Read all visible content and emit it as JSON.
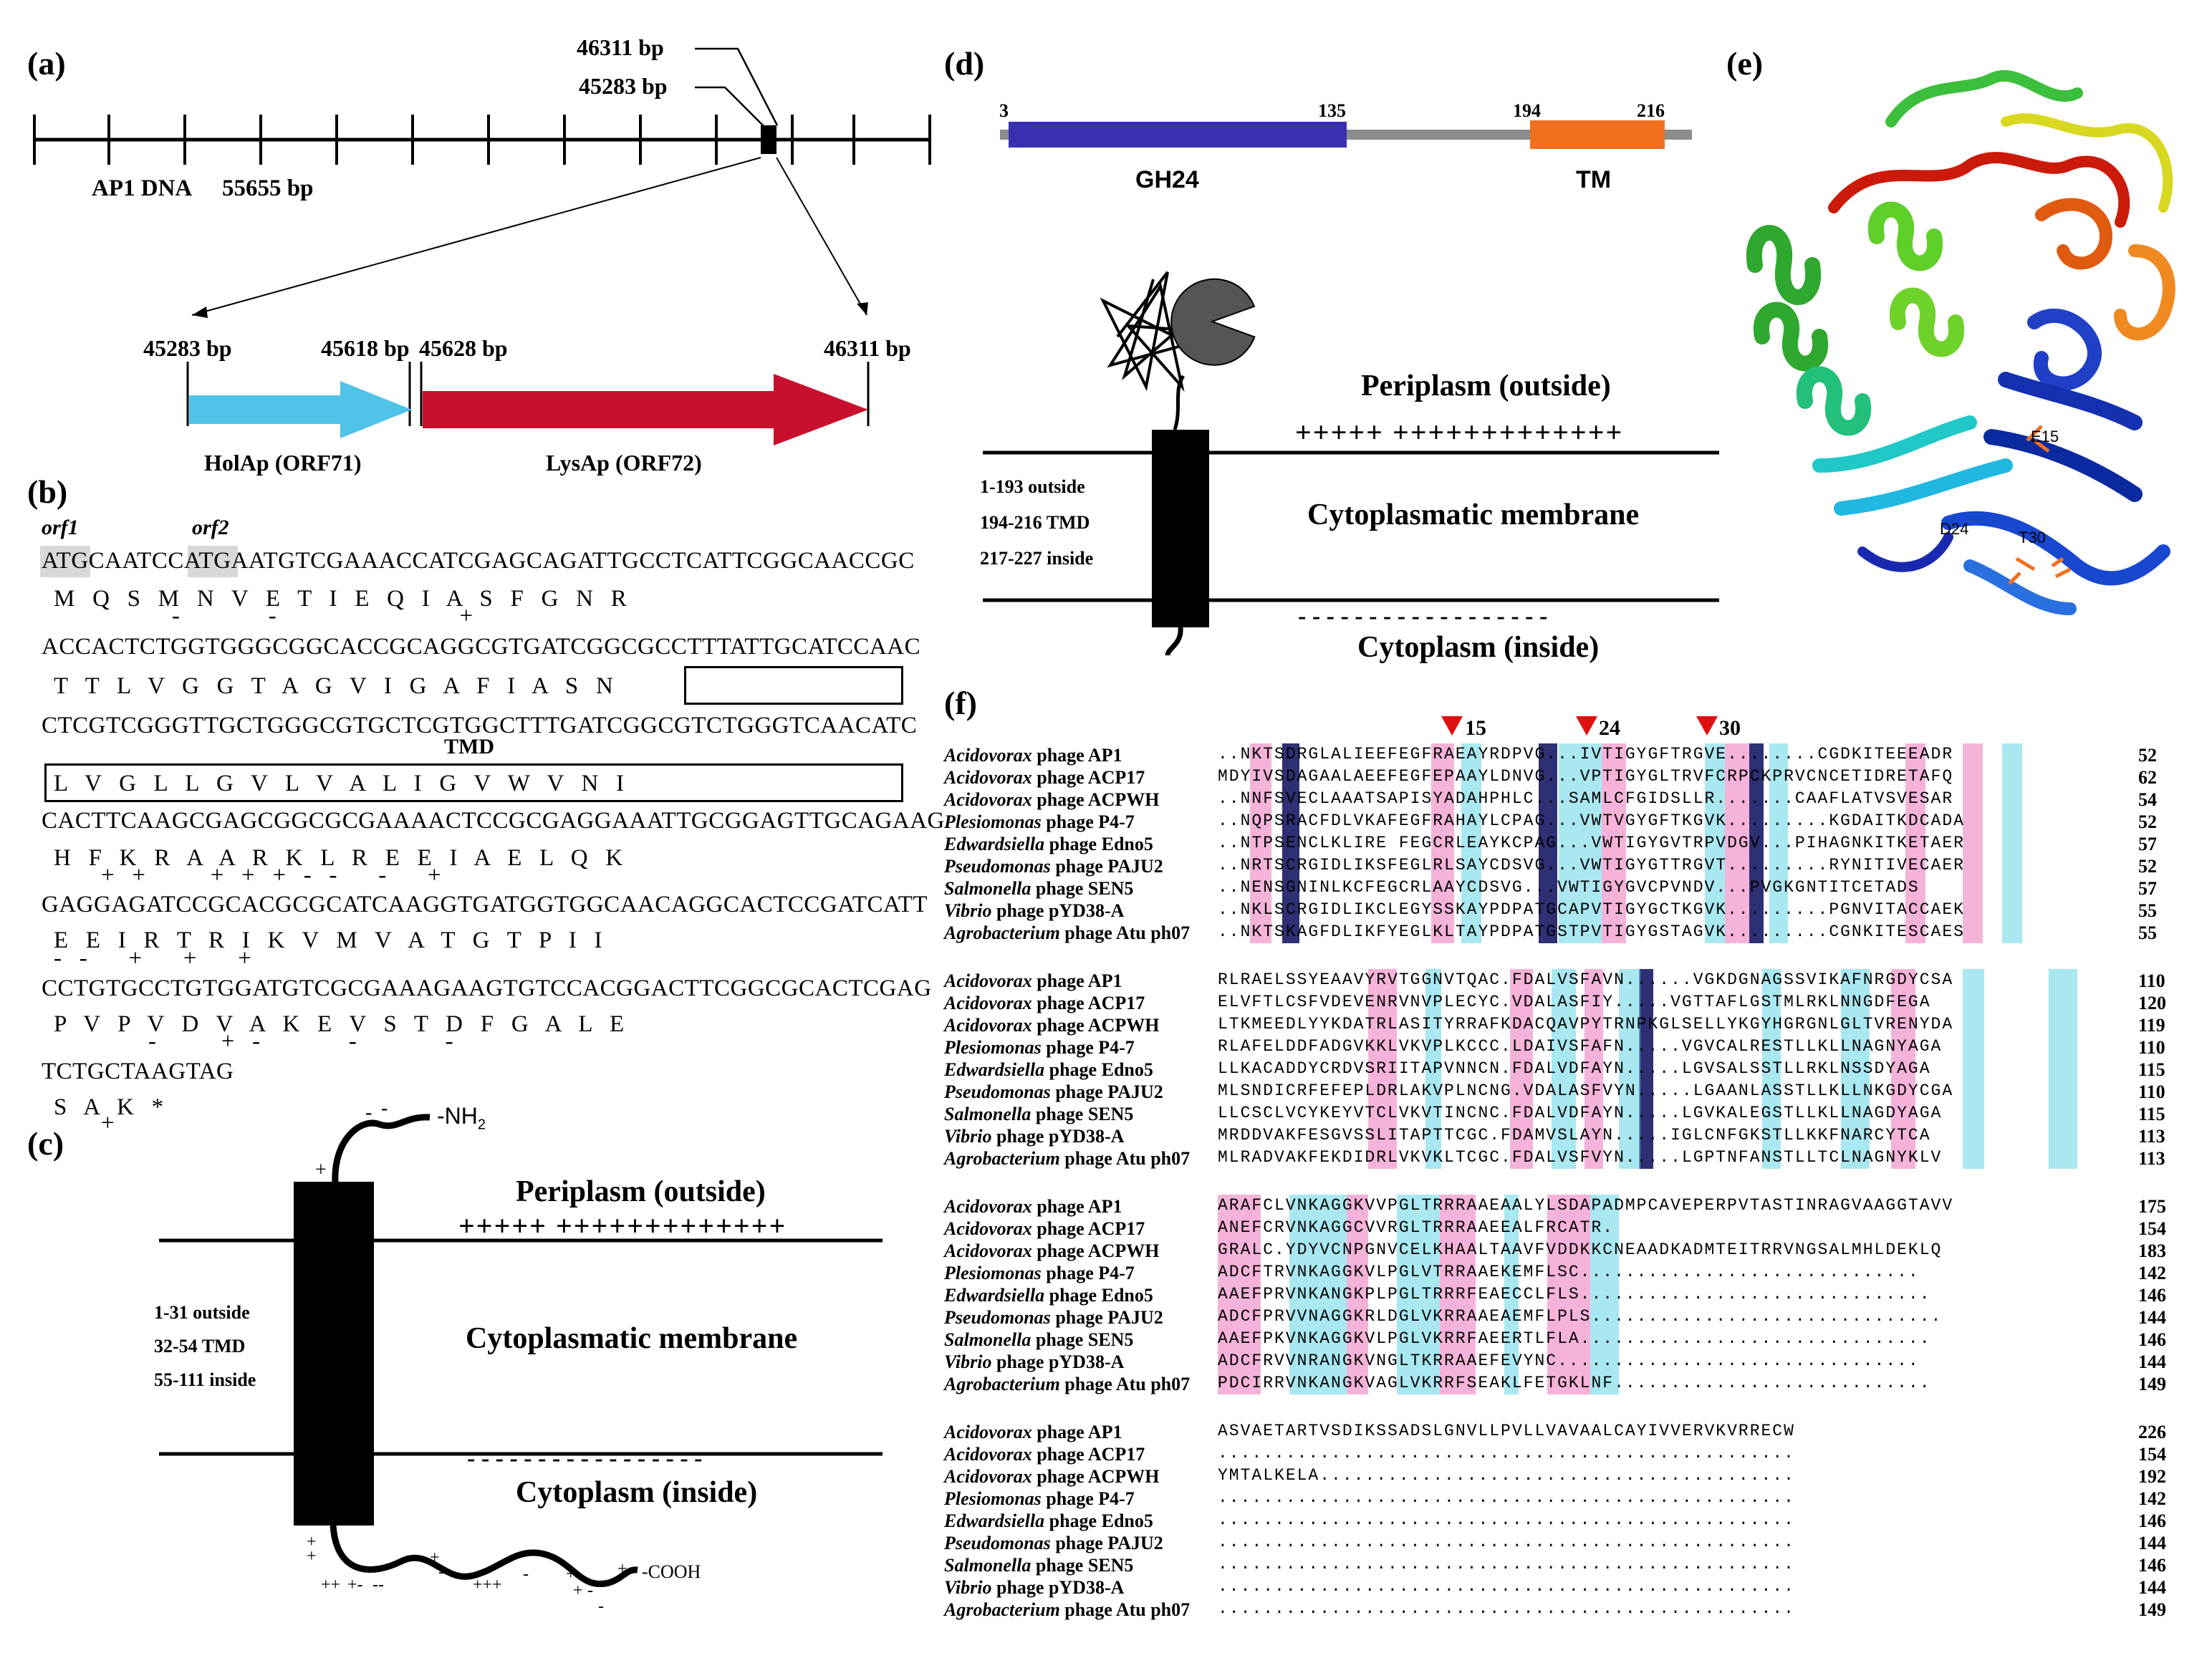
{
  "panel_a": {
    "label": "(a)",
    "genome_label": "AP1 DNA",
    "genome_length": "55655 bp",
    "marker_top": "46311 bp",
    "marker_bottom": "45283 bp",
    "coords": [
      "45283 bp",
      "45618 bp",
      "45628 bp",
      "46311 bp"
    ],
    "gene1": "HolAp (ORF71)",
    "gene2": "LysAp (ORF72)",
    "colors": {
      "holap": "#4fc3e8",
      "lysap": "#c8102e"
    }
  },
  "panel_b": {
    "label": "(b)",
    "orf1": "orf1",
    "orf2": "orf2",
    "tmd_label": "TMD",
    "lines": [
      {
        "dna": "ATGCAATCCATGAATGTCGAAACCATCGAGCAGATTGCCTCATTCGGCAACCGC",
        "aa": "M   Q   S   M   N   V   E   T   I   E   Q   I   A   S   F   G   N   R",
        "charge": "                    -               -                               +"
      },
      {
        "dna": "ACCACTCTGGTGGGCGGCACCGCAGGCGTGATCGGCGCCTTTATTGCATCCAAC",
        "aa": "T   T   L   V   G   G   T   A   G   V   I   G   A   F   I   A   S   N",
        "charge": ""
      },
      {
        "dna": "CTCGTCGGGTTGCTGGGCGTGCTCGTGGCTTTGATCGGCGTCTGGGTCAACATC",
        "aa": "L   V   G   L   L   G   V   L   V   A   L   I   G   V   W   V   N   I",
        "charge": ""
      },
      {
        "dna": "CACTTCAAGCGAGCGGCGCGAAAACTCCGCGAGGAAATTGCGGAGTTGCAGAAG",
        "aa": "H   F   K   R   A   A   R   K   L   R   E   E   I   A   E   L   Q   K",
        "charge": "        +   +           +   +   +   -   -       -       +"
      },
      {
        "dna": "GAGGAGATCCGCACGCGCATCAAGGTGATGGTGGCAACAGGCACTCCGATCATT",
        "aa": "E   E   I   R   T   R   I   K   V   M   V   A   T   G   T   P   I   I",
        "charge": "-   -       +       +       +"
      },
      {
        "dna": "CCTGTGCCTGTGGATGTCGCGAAAGAAGTGTCCACGGACTTCGGCGCACTCGAG",
        "aa": "P   V   P   V   D   V   A   K   E   V   S   T   D   F   G   A   L   E",
        "charge": "                -           +   -               -               -"
      },
      {
        "dna": "TCTGCTAAGTAG",
        "aa": "S   A   K   *",
        "charge": "        +"
      }
    ]
  },
  "panel_c": {
    "label": "(c)",
    "periplasm": "Periplasm (outside)",
    "membrane": "Cytoplasmatic membrane",
    "cytoplasm": "Cytoplasm (inside)",
    "plus_row": "+++++ +++++++++++++",
    "minus_row": "- - - - - - - - - - - - - - - - -",
    "topology": [
      "1-31 outside",
      "32-54 TMD",
      "55-111 inside"
    ],
    "nh2": "-NH",
    "nh2_sub": "2",
    "cooh": "-COOH"
  },
  "panel_d": {
    "label": "(d)",
    "positions": [
      "3",
      "135",
      "194",
      "216"
    ],
    "domain1": "GH24",
    "domain2": "TM",
    "colors": {
      "gh24": "#3a2fb0",
      "tm": "#f07020",
      "line": "#8c8c8c"
    },
    "periplasm": "Periplasm (outside)",
    "membrane": "Cytoplasmatic membrane",
    "cytoplasm": "Cytoplasm (inside)",
    "plus_row": "+++++ +++++++++++++",
    "minus_row": "- - - - - - - - - - - - - - - - - -",
    "topology": [
      "1-193 outside",
      "194-216 TMD",
      "217-227 inside"
    ]
  },
  "panel_e": {
    "label": "(e)",
    "residues": [
      "E15",
      "D24",
      "T30"
    ]
  },
  "panel_f": {
    "label": "(f)",
    "markers": [
      "15",
      "24",
      "30"
    ],
    "blocks": [
      {
        "rows": [
          {
            "genus": "Acidovorax",
            "phage": " phage AP1",
            "seq": "..NKTSDRGLALIEEFEGFRAEAYRDPVG...IVTIGYGFTRGVE........CGDKITEEEADR",
            "num": "52"
          },
          {
            "genus": "Acidovorax",
            "phage": " phage ACP17",
            "seq": "MDYIVSDAGAALAEEFEGFEPAAYLDNVG...VPTIGYGLTRVFCRPCKPRVCNCETIDRETAFQ",
            "num": "62"
          },
          {
            "genus": "Acidovorax",
            "phage": " phage ACPWH",
            "seq": "..NNFSVECLAAATSAPISYADAHPHLC...SAMLCFGIDSLLR.......CAAFLATVSVESAR",
            "num": "54"
          },
          {
            "genus": "Plesiomonas",
            "phage": " phage P4-7",
            "seq": "..NQPSRACFDLVKAFEGFRAHAYLCPAG...VWTVGYGFTKGVK.........KGDAITKDCADA",
            "num": "52"
          },
          {
            "genus": "Edwardsiella",
            "phage": " phage Edno5",
            "seq": "..NTPSENCLKLIRE FEGCRLEAYKCPAG...VWTIGYGVTRPVDGV...PIHAGNKITKETAER",
            "num": "57"
          },
          {
            "genus": "Pseudomonas",
            "phage": " phage PAJU2",
            "seq": "..NRTSCRGIDLIKSFEGLRLSAYCDSVG...VWTIGYGTTRGVT.........RYNITIVECAER",
            "num": "52"
          },
          {
            "genus": "Salmonella",
            "phage": " phage SEN5",
            "seq": "..NENSGNINLKCFEGCRLAAYCDSVG...VWTIGYGVCPVNDV...PVGKGNTITCETADS",
            "num": "57"
          },
          {
            "genus": "Vibrio",
            "phage": " phage pYD38-A",
            "seq": "..NKLSCRGIDLIKCLEGYSSKAYPDPATGCAPVTIGYGCTKGVK.........PGNVITACCAEK",
            "num": "55"
          },
          {
            "genus": "Agrobacterium",
            "phage": " phage Atu ph07",
            "seq": "..NKTSKAGFDLIKFYEGLKLTAYPDPATGSTPVTIGYGSTAGVK.........CGNKITESCAES",
            "num": "55"
          }
        ]
      },
      {
        "rows": [
          {
            "genus": "Acidovorax",
            "phage": " phage AP1",
            "seq": "RLRAELSSYEAAVYRVTGGNVTQAC.FDALVSFAVN......VGKDGNAGSSVIKAFNRGDYCSA",
            "num": "110"
          },
          {
            "genus": "Acidovorax",
            "phage": " phage ACP17",
            "seq": "ELVFTLCSFVDEVENRVNVPLECYC.VDALASFIY.....VGTTAFLGSTMLRKLNNGDFEGA",
            "num": "120"
          },
          {
            "genus": "Acidovorax",
            "phage": " phage ACPWH",
            "seq": "LTKMEEDLYYKDATRLASITYRRAFKDACQAVPYTRNPKGLSELLYKGYHGRGNLGLTVRENYDA",
            "num": "119"
          },
          {
            "genus": "Plesiomonas",
            "phage": " phage P4-7",
            "seq": "RLAFELDDFADGVKKLVKVPLKCCC.LDAIVSFAFN.....VGVCALRESTLLKLLNAGNYAGA",
            "num": "110"
          },
          {
            "genus": "Edwardsiella",
            "phage": " phage Edno5",
            "seq": "LLKACADDYCRDVSRIITAPVNNCN.FDALVDFAYN.....LGVSALSSTLLRKLNSSDYAGA",
            "num": "115"
          },
          {
            "genus": "Pseudomonas",
            "phage": " phage PAJU2",
            "seq": "MLSNDICRFEFEPLDRLAKVPLNCNG.VDALASFVYN.....LGAANLASSTLLKLLNKGDYCGA",
            "num": "110"
          },
          {
            "genus": "Salmonella",
            "phage": " phage SEN5",
            "seq": "LLCSCLVCYKEYVTCLVKVTINCNC.FDALVDFAYN.....LGVKALEGSTLLKLLNAGDYAGA",
            "num": "115"
          },
          {
            "genus": "Vibrio",
            "phage": " phage pYD38-A",
            "seq": "MRDDVAKFESGVSSLITAPTTCGC.FDAMVSLAYN.....IGLCNFGKSTLLKKFNARCYTCA",
            "num": "113"
          },
          {
            "genus": "Agrobacterium",
            "phage": " phage Atu ph07",
            "seq": "MLRADVAKFEKDIDRLVKVKLTCGC.FDALVSFVYN.....LGPTNFANSTLLTCLNAGNYKLV",
            "num": "113"
          }
        ]
      },
      {
        "rows": [
          {
            "genus": "Acidovorax",
            "phage": " phage AP1",
            "seq": "ARAFCLVNKAGGKVVPGLTRRRAAEAALYLSDAPADMPCAVEPERPVTASTINRAGVAAGGTAVV",
            "num": "175"
          },
          {
            "genus": "Acidovorax",
            "phage": " phage ACP17",
            "seq": "ANEFCRVNKAGGCVVRGLTRRRAAEEALFRCATR.",
            "num": "154"
          },
          {
            "genus": "Acidovorax",
            "phage": " phage ACPWH",
            "seq": "GRALC.YDYVCNPGNVCELKHAALTAAVFVDDKKCNEAADKADMTEITRRVNGSALMHLDEKLQ",
            "num": "183"
          },
          {
            "genus": "Plesiomonas",
            "phage": " phage P4-7",
            "seq": "ADCFTRVNKAGGKVLPGLVTRRAAEKEMFLSC..............................",
            "num": "142"
          },
          {
            "genus": "Edwardsiella",
            "phage": " phage Edno5",
            "seq": "AAEFPRVNKANGKPLPGLTRRRFEAECCLFLS...............................",
            "num": "146"
          },
          {
            "genus": "Pseudomonas",
            "phage": " phage PAJU2",
            "seq": "ADCFPRVVNAGGKRLDGLVKRRAAEAEMFLPLS...............................",
            "num": "144"
          },
          {
            "genus": "Salmonella",
            "phage": " phage SEN5",
            "seq": "AAEFPKVNKAGGKVLPGLVKRRFAEERTLFLA...............................",
            "num": "146"
          },
          {
            "genus": "Vibrio",
            "phage": " phage pYD38-A",
            "seq": "ADCFRVVNRANGKVNGLTKRRAAEFEVYNC................................",
            "num": "144"
          },
          {
            "genus": "Agrobacterium",
            "phage": " phage Atu ph07",
            "seq": "PDCIRRVNKANGKVAGLVKRRFSEAKLFETGKLNF............................",
            "num": "149"
          }
        ]
      },
      {
        "rows": [
          {
            "genus": "Acidovorax",
            "phage": " phage AP1",
            "seq": "ASVAETARTVSDIKSSADSLGNVLLPVLLVAVAALCAYIVVERVKVRRECW",
            "num": "226"
          },
          {
            "genus": "Acidovorax",
            "phage": " phage ACP17",
            "seq": "...................................................",
            "num": "154"
          },
          {
            "genus": "Acidovorax",
            "phage": " phage ACPWH",
            "seq": "YMTALKELA..........................................",
            "num": "192"
          },
          {
            "genus": "Plesiomonas",
            "phage": " phage P4-7",
            "seq": "...................................................",
            "num": "142"
          },
          {
            "genus": "Edwardsiella",
            "phage": " phage Edno5",
            "seq": "...................................................",
            "num": "146"
          },
          {
            "genus": "Pseudomonas",
            "phage": " phage PAJU2",
            "seq": "...................................................",
            "num": "144"
          },
          {
            "genus": "Salmonella",
            "phage": " phage SEN5",
            "seq": "...................................................",
            "num": "146"
          },
          {
            "genus": "Vibrio",
            "phage": " phage pYD38-A",
            "seq": "...................................................",
            "num": "144"
          },
          {
            "genus": "Agrobacterium",
            "phage": " phage Atu ph07",
            "seq": "...................................................",
            "num": "149"
          }
        ]
      }
    ]
  }
}
